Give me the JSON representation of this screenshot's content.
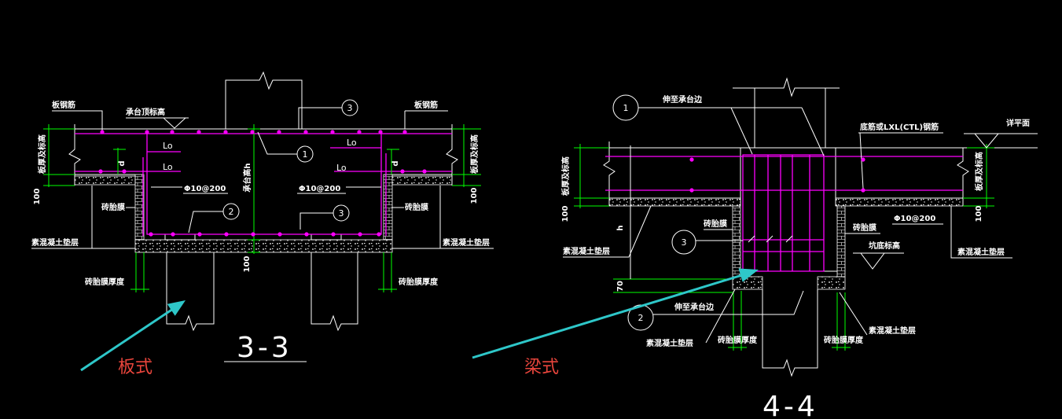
{
  "colors": {
    "background": "#000000",
    "line": "#ffffff",
    "rebar": "#ff00ff",
    "dimension": "#00ff00",
    "arrow": "#2ec7c9",
    "annotation": "#e8453c"
  },
  "section_3_3": {
    "title": "3-3",
    "annotation": "板式",
    "labels": {
      "slab_rebar_left": "板钢筋",
      "slab_rebar_right": "板钢筋",
      "cap_top_elevation": "承台顶标高",
      "lo_top_left": "Lo",
      "lo_bottom_left": "Lo",
      "lo_top_right": "Lo",
      "lo_bottom_right": "Lo",
      "rebar_spec_left": "Φ10@200",
      "rebar_spec_right": "Φ10@200",
      "slab_thickness_left": "板厚及标高",
      "slab_thickness_right": "板厚及标高",
      "dim_100_left": "100",
      "dim_100_right": "100",
      "dim_100_bottom": "100",
      "dim_d_left": "d",
      "dim_d_right": "d",
      "cap_height": "承台高h",
      "brick_mold_left": "砖胎膜",
      "brick_mold_right": "砖胎膜",
      "blinding_left": "素混凝土垫层",
      "blinding_right": "素混凝土垫层",
      "brick_thickness_left": "砖胎膜厚度",
      "brick_thickness_right": "砖胎膜厚度"
    },
    "callouts": {
      "c1": "1",
      "c2": "2",
      "c3_top": "3",
      "c3_bottom": "3"
    }
  },
  "section_4_4": {
    "title": "4-4",
    "annotation": "梁式",
    "labels": {
      "extend_to_cap_top": "伸至承台边",
      "extend_to_cap_bottom": "伸至承台边",
      "bottom_rebar": "底筋或LXL(CTL)钢筋",
      "see_plan": "详平面",
      "slab_thickness_left": "板厚及标高",
      "slab_thickness_right": "板厚及标高",
      "dim_100_left": "100",
      "dim_100_right": "100",
      "dim_h": "h",
      "dim_70": "70",
      "blinding_left": "素混凝土垫层",
      "blinding_right": "素混凝土垫层",
      "blinding_bottom_left": "素混凝土垫层",
      "blinding_bottom_right": "素混凝土垫层",
      "brick_mold_left": "砖胎膜",
      "brick_mold_right": "砖胎膜",
      "rebar_spec": "Φ10@200",
      "pit_bottom_elevation": "坑底标高",
      "brick_thickness_left": "砖胎膜厚度",
      "brick_thickness_right": "砖胎膜厚度"
    },
    "callouts": {
      "c1": "1",
      "c2": "2",
      "c3": "3"
    }
  }
}
